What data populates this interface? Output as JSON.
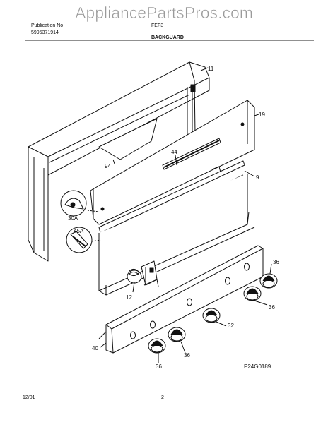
{
  "watermark": "AppliancePartsPros.com",
  "header": {
    "left_line1": "Publication No",
    "left_line2": "5995371914",
    "model": "FEF3",
    "section": "BACKGUARD"
  },
  "callouts": {
    "c11": "11",
    "c19": "19",
    "c44": "44",
    "c94": "94",
    "c9": "9",
    "c30A": "30A",
    "c45A": "45A",
    "c36a": "36",
    "c36b": "36",
    "c36c": "36",
    "c36d": "36",
    "c12": "12",
    "c32": "32",
    "c40": "40"
  },
  "diagram_code": "P24G0189",
  "footer": {
    "date": "12/01",
    "page": "2"
  }
}
